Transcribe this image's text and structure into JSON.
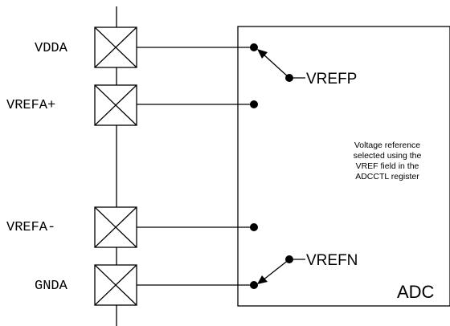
{
  "pins": [
    {
      "label": "VDDA"
    },
    {
      "label": "VREFA+"
    },
    {
      "label": "VREFA-"
    },
    {
      "label": "GNDA"
    }
  ],
  "switches": {
    "top_label": "VREFP",
    "bottom_label": "VREFN"
  },
  "adc": {
    "label": "ADC",
    "note_lines": [
      "Voltage reference",
      "selected using the",
      "VREF field in the",
      "ADCCTL register"
    ]
  }
}
